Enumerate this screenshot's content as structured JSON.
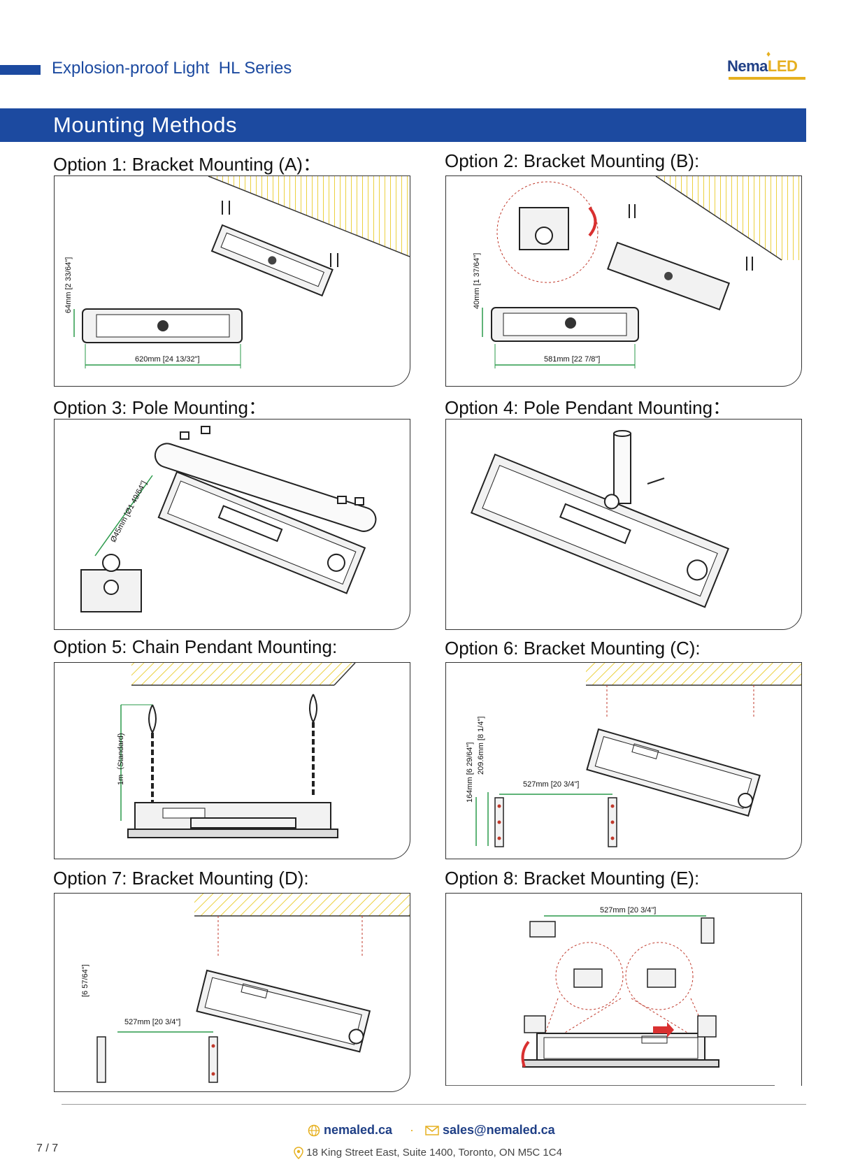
{
  "header": {
    "title": "Explosion-proof Light  HL Series",
    "logo_part1": "Nema",
    "logo_part2": "LED",
    "accent": "#1c4aa0",
    "gold": "#e6b020"
  },
  "section": {
    "title": "Mounting Methods"
  },
  "options": [
    {
      "title": "Option 1: Bracket Mounting (A)：",
      "dims": [
        "64mm [2 33/64\"]",
        "620mm [24 13/32\"]"
      ]
    },
    {
      "title": "Option 2: Bracket Mounting (B):",
      "dims": [
        "40mm [1 37/64\"]",
        "581mm [22 7/8\"]"
      ]
    },
    {
      "title": "Option 3: Pole Mounting：",
      "dims": [
        "Ø45mm [Ø1 49/64\"]"
      ]
    },
    {
      "title": "Option 4: Pole Pendant Mounting：",
      "dims": []
    },
    {
      "title": "Option 5: Chain Pendant Mounting:",
      "dims": [
        "1m（Standard)"
      ]
    },
    {
      "title": "Option 6: Bracket Mounting (C):",
      "dims": [
        "164mm [6 29/64\"]",
        "209.6mm [8 1/4\"]",
        "527mm [20 3/4\"]"
      ]
    },
    {
      "title": "Option 7: Bracket Mounting (D):",
      "dims": [
        "[6 57/64\"]",
        "527mm [20 3/4\"]"
      ]
    },
    {
      "title": "Option 8: Bracket Mounting (E):",
      "dims": [
        "527mm [20 3/4\"]"
      ]
    }
  ],
  "footer": {
    "website": "nemaled.ca",
    "separator": "·",
    "email": "sales@nemaled.ca",
    "address": "18 King Street East, Suite 1400, Toronto, ON M5C 1C4",
    "page": "7 / 7"
  }
}
